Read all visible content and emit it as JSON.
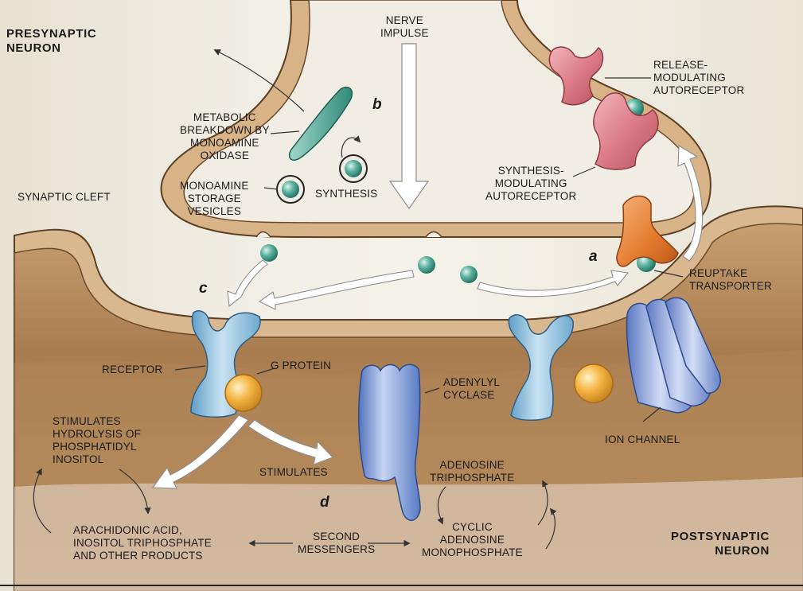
{
  "labels": {
    "presynaptic": "PRESYNAPTIC\nNEURON",
    "postsynaptic": "POSTSYNAPTIC\nNEURON",
    "nerve_impulse": "NERVE\nIMPULSE",
    "synaptic_cleft": "SYNAPTIC CLEFT",
    "metabolic": "METABOLIC\nBREAKDOWN BY\nMONOAMINE\nOXIDASE",
    "monoamine_vesicles": "MONOAMINE\nSTORAGE\nVESICLES",
    "synthesis": "SYNTHESIS",
    "release_autoreceptor": "RELEASE-\nMODULATING\nAUTORECEPTOR",
    "synthesis_autoreceptor": "SYNTHESIS-\nMODULATING\nAUTORECEPTOR",
    "reuptake": "REUPTAKE\nTRANSPORTER",
    "receptor": "RECEPTOR",
    "g_protein": "G PROTEIN",
    "adenylyl": "ADENYLYL\nCYCLASE",
    "ion_channel": "ION CHANNEL",
    "hydrolysis": "STIMULATES\nHYDROLYSIS OF\nPHOSPHATIDYL\nINOSITOL",
    "stimulates": "STIMULATES",
    "atp": "ADENOSINE\nTRIPHOSPHATE",
    "camp": "CYCLIC\nADENOSINE\nMONOPHOSPHATE",
    "arachidonic": "ARACHIDONIC ACID,\nINOSITOL TRIPHOSPHATE\nAND OTHER PRODUCTS",
    "second_messengers": "SECOND\nMESSENGERS"
  },
  "letters": {
    "a": "a",
    "b": "b",
    "c": "c",
    "d": "d"
  },
  "colors": {
    "membrane": "#d2ad7f",
    "membrane_edge": "#5c3f22",
    "cytoplasm_post": "#a67a4f",
    "molecule": "#3f9a86",
    "enzyme": "#5ea99a",
    "autoreceptor": "#d97b86",
    "transporter": "#e0813e",
    "receptor": "#8fc2e0",
    "g_protein": "#f0ad3c",
    "adenylyl": "#7f9fd6",
    "ion_channel": "#8ea6dc"
  },
  "icons": [
    "molecule-icon",
    "vesicle-icon",
    "autoreceptor-icon",
    "transporter-icon",
    "receptor-icon",
    "g-protein-icon",
    "adenylyl-cyclase-icon",
    "ion-channel-icon",
    "arrow-icon"
  ]
}
